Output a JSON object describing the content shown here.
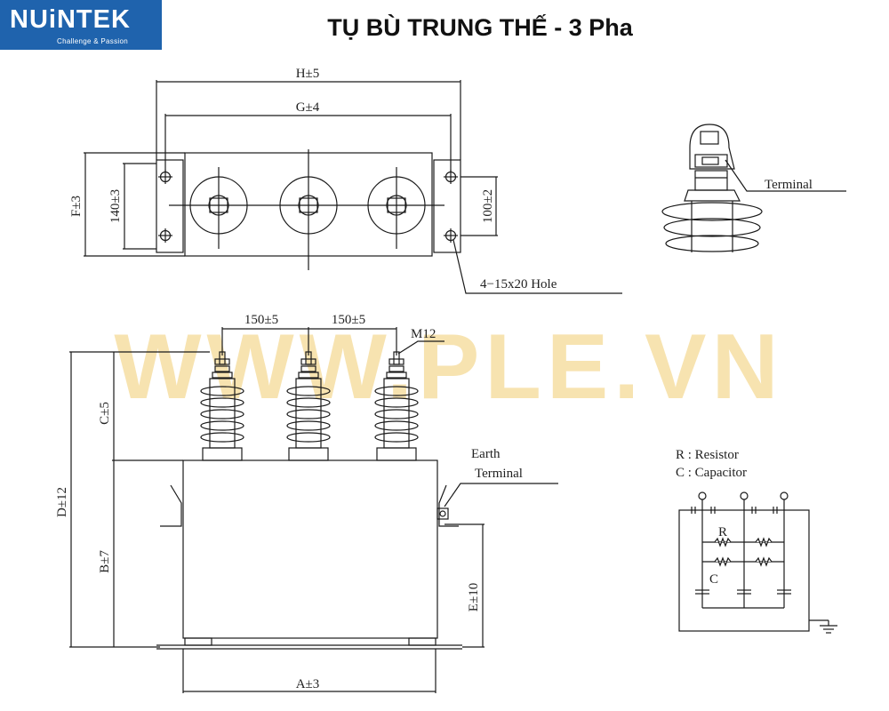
{
  "logo": {
    "brand": "NUiNTEK",
    "tagline": "Challenge & Passion"
  },
  "title": "TỤ BÙ TRUNG THẾ - 3 Pha",
  "watermark": "WWW.PLE.VN",
  "top_view": {
    "dim_h": "H±5",
    "dim_g": "G±4",
    "dim_f": "F±3",
    "dim_140": "140±3",
    "dim_100": "100±2",
    "hole_label": "4−15x20 Hole"
  },
  "terminal_detail": {
    "label": "Terminal"
  },
  "front_view": {
    "spacing_left": "150±5",
    "spacing_right": "150±5",
    "thread": "M12",
    "earth_line1": "Earth",
    "earth_line2": "Terminal",
    "dim_c": "C±5",
    "dim_d": "D±12",
    "dim_b": "B±7",
    "dim_e": "E±10",
    "dim_a": "A±3"
  },
  "legend": {
    "resistor": "R : Resistor",
    "capacitor": "C : Capacitor",
    "r_label": "R",
    "c_label": "C"
  },
  "colors": {
    "logo_bg": "#1f63ad",
    "watermark": "#f7e3b0",
    "line": "#1a1a1a"
  }
}
